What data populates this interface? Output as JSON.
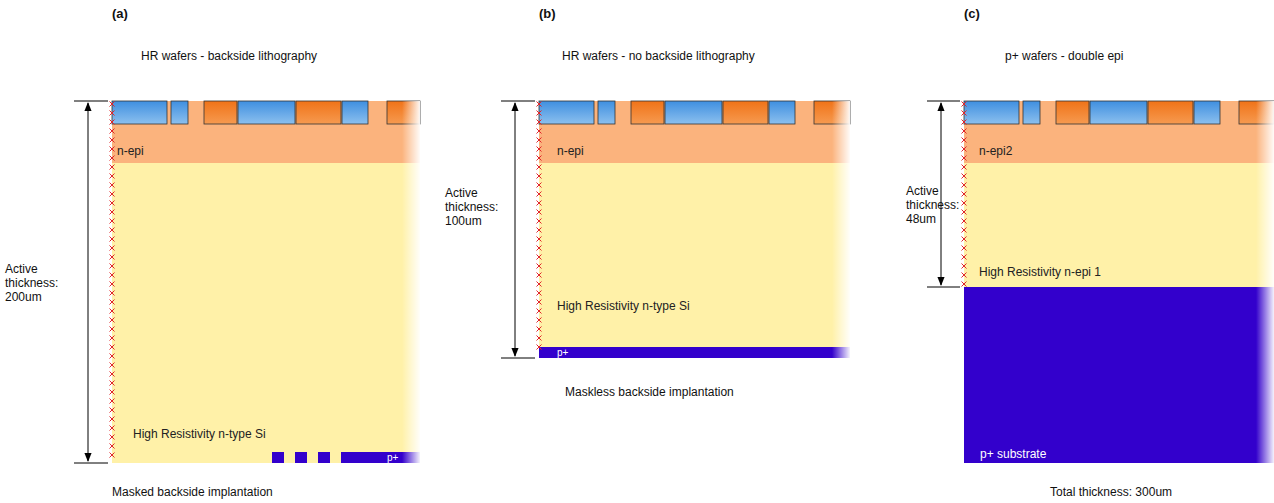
{
  "diagram": {
    "nodes": [
      {
        "text": [
          "n-epi"
        ]
      },
      {
        "text": [
          "High Resistivity n-type Si"
        ]
      },
      {
        "text": [
          "p+"
        ]
      },
      {
        "text": [
          "n-epi"
        ]
      },
      {
        "text": [
          "High Resistivity n-type Si"
        ]
      },
      {
        "text": [
          "p+"
        ]
      },
      {
        "text": [
          "n-epi2"
        ]
      },
      {
        "text": [
          "High Resistivity n-epi 1"
        ]
      },
      {
        "text": [
          "p+ substrate"
        ]
      }
    ],
    "labels": [
      "(a)",
      "HR wafers - backside lithography",
      "Active thickness: 200um",
      "Masked backside implantation",
      "(b)",
      "HR wafers - no backside lithography",
      "Active thickness: 100um",
      "Maskless backside implantation",
      "(c)",
      "p+ wafers - double epi",
      "Active thickness: 48um",
      "Total thickness: 300um"
    ]
  }
}
